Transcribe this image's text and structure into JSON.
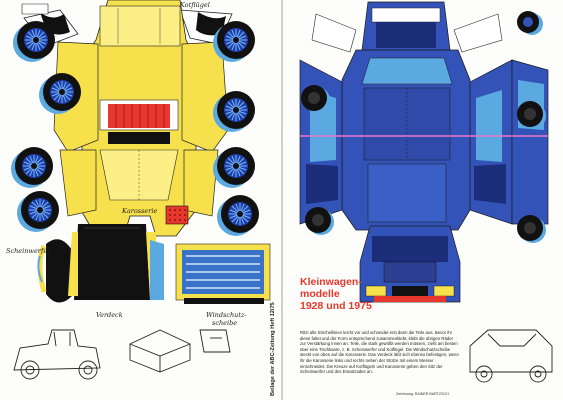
{
  "labels": {
    "kotfluegel": "Kotflügel",
    "karosserie": "Karosserie",
    "scheinwerfer": "Scheinwerfer",
    "verdeck": "Verdeck",
    "windschutzscheibe_line1": "Windschutz-",
    "windschutzscheibe_line2": "scheibe"
  },
  "title": {
    "line1": "Kleinwagen-",
    "line2": "modelle",
    "line3": "1928 und 1975"
  },
  "side_caption": "Beilage der ABC-Zeitung Heft 12/75",
  "instructions": "Ritzt alle Strichellinien leicht vor und schneidet erst dann die Teile aus. Bevor ihr diese faltet und der Form entsprechend zusammenklebt, klebt die übrigen Räder zur Verstärkung innen an. Teile, die stark gewölbt werden müssen, zieht am besten über eine Tischkante, z. B. Scheinwerfer und Kotflügel. Die Windschutzscheibe steckt von oben auf die Karosserie. Das Verdeck läßt sich ebenso befestigen, wenn ihr die Karosserie links und rechts neben der Stütze mit einem Messer einschneidet. Die Kreuze auf Kotflügeln und Karosserie geben den Sitz der Scheinwerfer und des Ersatzrades an.",
  "credit": "Zeichnung: RAINER BARTZSCH",
  "colors": {
    "yellow": "#f6e04c",
    "blue": "#3453b8",
    "dark_blue": "#1c2e7a",
    "light_blue": "#5aa9e0",
    "red": "#e8372c",
    "black": "#111111"
  }
}
